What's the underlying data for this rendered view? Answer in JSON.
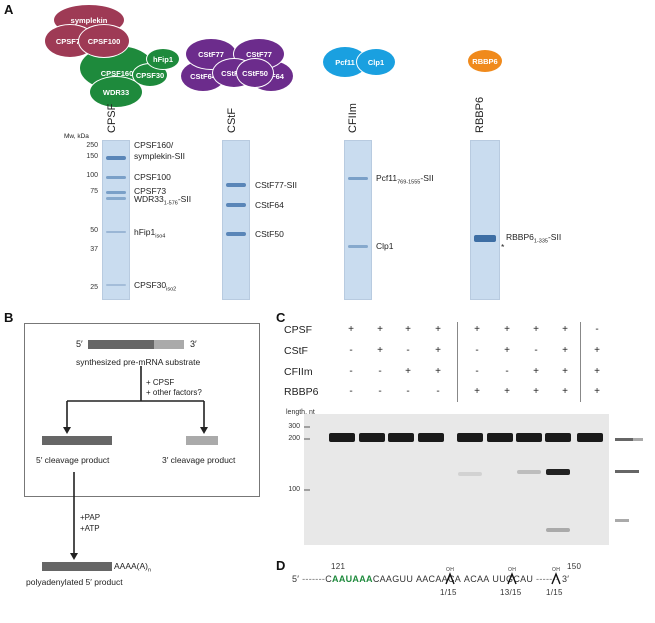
{
  "panels": {
    "a": "A",
    "b": "B",
    "c": "C",
    "d": "D"
  },
  "complexes": {
    "cpsf": {
      "symplekin": "symplekin",
      "cpsf73": "CPSF73",
      "cpsf100": "CPSF100",
      "cpsf160": "CPSF160",
      "hfip1": "hFip1",
      "cpsf30": "CPSF30",
      "wdr33": "WDR33"
    },
    "cstf": {
      "a": "CStF77",
      "b": "CStF77",
      "c": "CStF50",
      "d": "CStF50",
      "e": "CStF64",
      "f": "CStF64"
    },
    "cfiim": {
      "pcf11": "Pcf11",
      "clp1": "Clp1"
    },
    "rbbp6": {
      "label": "RBBP6"
    },
    "colors": {
      "cpsf_dark": "#9e3a55",
      "cpsf_green": "#1e8a3c",
      "cstf_purple": "#6c2c8c",
      "cfiim_blue": "#1aa0e0",
      "rbbp6_orange": "#f08a1c"
    }
  },
  "gels": {
    "mw_header": "Mw, kDa",
    "mw_markers": [
      "250",
      "150",
      "100",
      "75",
      "50",
      "37",
      "25"
    ],
    "cpsf": {
      "title": "CPSF",
      "label1a": "CPSF160/",
      "label1b": "symplekin-SII",
      "label2": "CPSF100",
      "label3": "CPSF73",
      "label4": "WDR33",
      "label4_sub": "1-576",
      "label4_end": "-SII",
      "label5": "hFip1",
      "label5_sub": "iso4",
      "label6": "CPSF30",
      "label6_sub": "iso2"
    },
    "cstf": {
      "title": "CStF",
      "label1": "CStF77-SII",
      "label2": "CStF64",
      "label3": "CStF50"
    },
    "cfiim": {
      "title": "CFIIm",
      "label1": "Pcf11",
      "label1_sub": "769-1555",
      "label1_end": "-SII",
      "label2": "Clp1"
    },
    "rbbp6": {
      "title": "RBBP6",
      "label1": "RBBP6",
      "label1_sub": "1-335",
      "label1_end": "-SII",
      "star": "*"
    }
  },
  "panel_b": {
    "five_prime": "5′",
    "three_prime": "3′",
    "substrate": "synthesized pre-mRNA substrate",
    "factor1": "+ CPSF",
    "factor2": "+ other factors?",
    "cleave5": "5′ cleavage product",
    "cleave3": "3′ cleavage product",
    "pap": "+PAP",
    "atp": "+ATP",
    "polyA_a": "AAAA(A)",
    "polyA_n": "n",
    "polyA_caption": "polyadenylated 5′ product"
  },
  "panel_c": {
    "rows": [
      {
        "name": "CPSF",
        "values": [
          "+",
          "+",
          "+",
          "+",
          "+",
          "+",
          "+",
          "+",
          "-"
        ]
      },
      {
        "name": "CStF",
        "values": [
          "-",
          "+",
          "-",
          "+",
          "-",
          "+",
          "-",
          "+",
          "+"
        ]
      },
      {
        "name": "CFIIm",
        "values": [
          "-",
          "-",
          "+",
          "+",
          "-",
          "-",
          "+",
          "+",
          "+"
        ]
      },
      {
        "name": "RBBP6",
        "values": [
          "-",
          "-",
          "-",
          "-",
          "+",
          "+",
          "+",
          "+",
          "+"
        ]
      }
    ],
    "length_header": "length, nt",
    "ladder": [
      "300",
      "200",
      "100"
    ]
  },
  "panel_d": {
    "five": "5′",
    "three": "3′",
    "dots": "-------",
    "dots2": "-------",
    "start_num": "121",
    "end_num": "150",
    "c1": "C",
    "motif": "AAUAAA",
    "seq1": "CAAGUU",
    "seq2": "AACAACA",
    "seq3": "ACAA",
    "seq4": "UUGCAU",
    "cut1": "1/15",
    "cut2": "13/15",
    "cut3": "1/15",
    "oh": "OH",
    "motif_color": "#1e8a3c"
  }
}
